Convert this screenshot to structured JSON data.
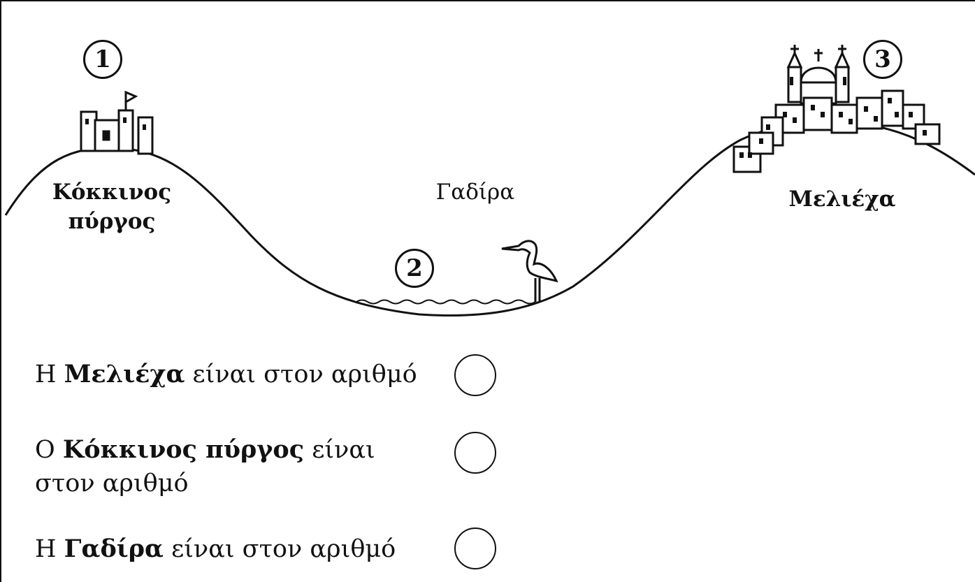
{
  "places": {
    "red_tower_line1": "Κόκκινος",
    "red_tower_line2": "πύργος",
    "gadira": "Γαδίρα",
    "meliecha": "Μελιέχα"
  },
  "markers": {
    "m1": "1",
    "m2": "2",
    "m3": "3"
  },
  "questions": [
    {
      "prefix": "Η ",
      "bold": "Μελιέχα",
      "rest": " είναι στον αριθμό",
      "line2": ""
    },
    {
      "prefix": "Ο ",
      "bold": "Κόκκινος πύργος",
      "rest": " είναι",
      "line2": "στον αριθμό"
    },
    {
      "prefix": "Η ",
      "bold": "Γαδίρα",
      "rest": " είναι στον αριθμό",
      "line2": ""
    }
  ]
}
